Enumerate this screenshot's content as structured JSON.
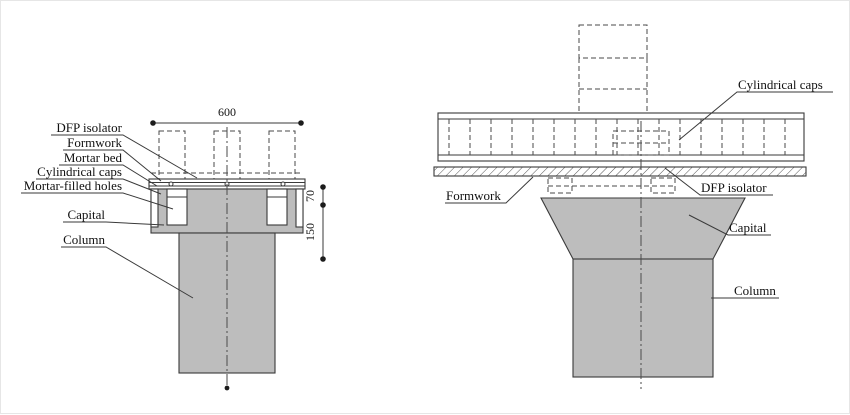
{
  "figure": {
    "colors": {
      "concrete": "#bdbdbd",
      "line": "#3a3a3a"
    },
    "left": {
      "labels": {
        "dfp_isolator": "DFP isolator",
        "formwork": "Formwork",
        "mortar_bed": "Mortar bed",
        "cylindrical_caps": "Cylindrical caps",
        "mortar_filled_holes": "Mortar-filled holes",
        "capital": "Capital",
        "column": "Column"
      },
      "dims": {
        "width": "600",
        "upper": "70",
        "lower": "150"
      }
    },
    "right": {
      "labels": {
        "cylindrical_caps": "Cylindrical caps",
        "formwork": "Formwork",
        "dfp_isolator": "DFP isolator",
        "capital": "Capital",
        "column": "Column"
      }
    }
  }
}
